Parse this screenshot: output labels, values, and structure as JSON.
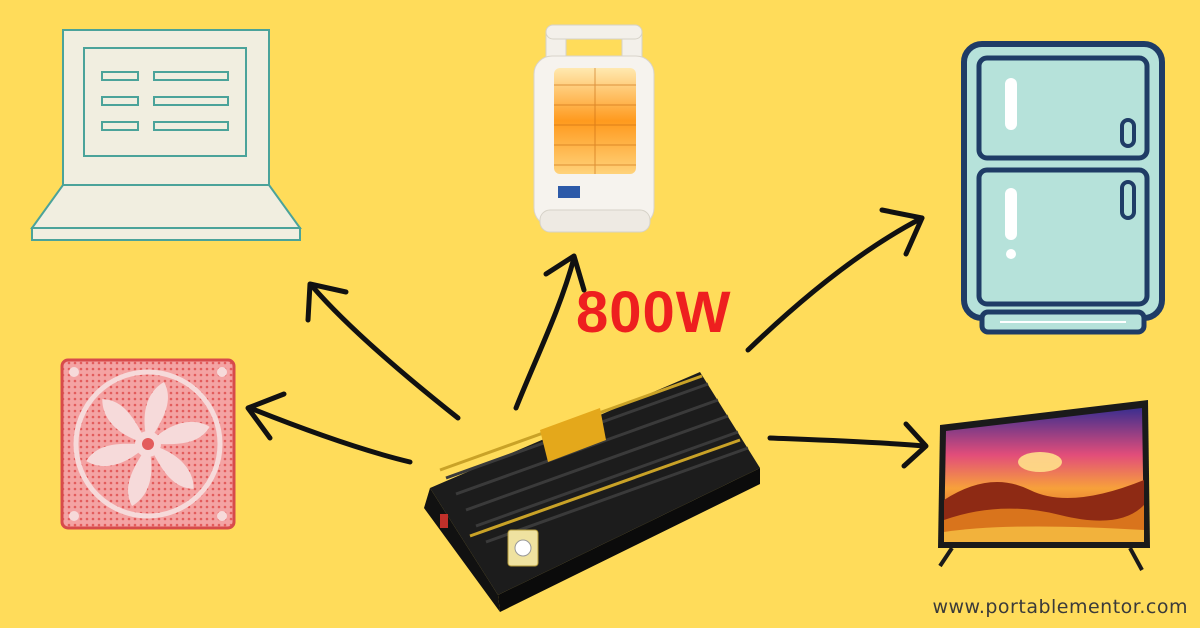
{
  "power_label": "800W",
  "website": "www.portablementor.com",
  "colors": {
    "background": "#FFDC5A",
    "power_label": "#EE1F1F",
    "arrow": "#111111"
  },
  "devices": [
    {
      "name": "laptop",
      "icon": "laptop-icon"
    },
    {
      "name": "heater",
      "icon": "heater-icon"
    },
    {
      "name": "refrigerator",
      "icon": "refrigerator-icon"
    },
    {
      "name": "fan",
      "icon": "fan-icon"
    },
    {
      "name": "television",
      "icon": "television-icon"
    }
  ],
  "center": {
    "name": "inverter",
    "icon": "inverter-icon"
  }
}
